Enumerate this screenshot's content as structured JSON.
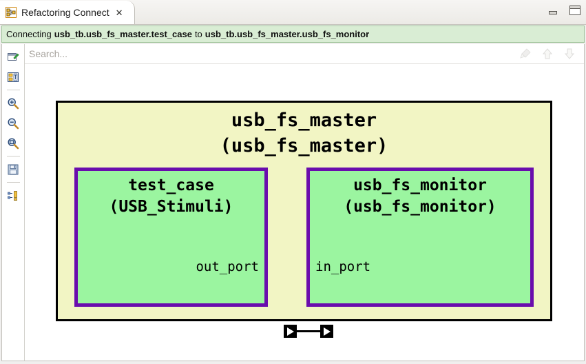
{
  "window": {
    "tab": {
      "label": "Refactoring Connect",
      "icon": "diagram-icon",
      "close_glyph": "✕"
    },
    "controls": {
      "minimize_label": "Minimize",
      "maximize_label": "Maximize"
    }
  },
  "statusbar": {
    "prefix": "Connecting",
    "source": "usb_tb.usb_fs_master.test_case",
    "middle": "to",
    "target": "usb_tb.usb_fs_master.usb_fs_monitor",
    "background": "#d9edd4",
    "border": "#9fc39a"
  },
  "toolbar": {
    "items": [
      {
        "name": "new-diagram-icon",
        "title": "New"
      },
      {
        "name": "properties-icon",
        "title": "Properties"
      },
      {
        "name": "separator-1",
        "title": ""
      },
      {
        "name": "zoom-in-icon",
        "title": "Zoom In"
      },
      {
        "name": "zoom-out-icon",
        "title": "Zoom Out"
      },
      {
        "name": "zoom-fit-icon",
        "title": "Zoom to Fit"
      },
      {
        "name": "separator-2",
        "title": ""
      },
      {
        "name": "save-icon",
        "title": "Save"
      },
      {
        "name": "separator-3",
        "title": ""
      },
      {
        "name": "outline-icon",
        "title": "Outline"
      }
    ]
  },
  "search": {
    "placeholder": "Search...",
    "value": "",
    "actions": [
      {
        "name": "clear-icon",
        "title": "Clear"
      },
      {
        "name": "arrow-up-icon",
        "title": "Previous"
      },
      {
        "name": "arrow-down-icon",
        "title": "Next"
      }
    ]
  },
  "diagram": {
    "outer": {
      "name": "usb_fs_master",
      "type": "(usb_fs_master)",
      "fill": "#f2f5c4",
      "border": "#000000"
    },
    "blocks": [
      {
        "name": "test_case",
        "type": "(USB_Stimuli)",
        "port": "out_port",
        "fill": "#9bf5a0",
        "border": "#6a0dad"
      },
      {
        "name": "usb_fs_monitor",
        "type": "(usb_fs_monitor)",
        "port": "in_port",
        "fill": "#9bf5a0",
        "border": "#6a0dad"
      }
    ],
    "connection": {
      "from": "out_port",
      "to": "in_port"
    }
  }
}
